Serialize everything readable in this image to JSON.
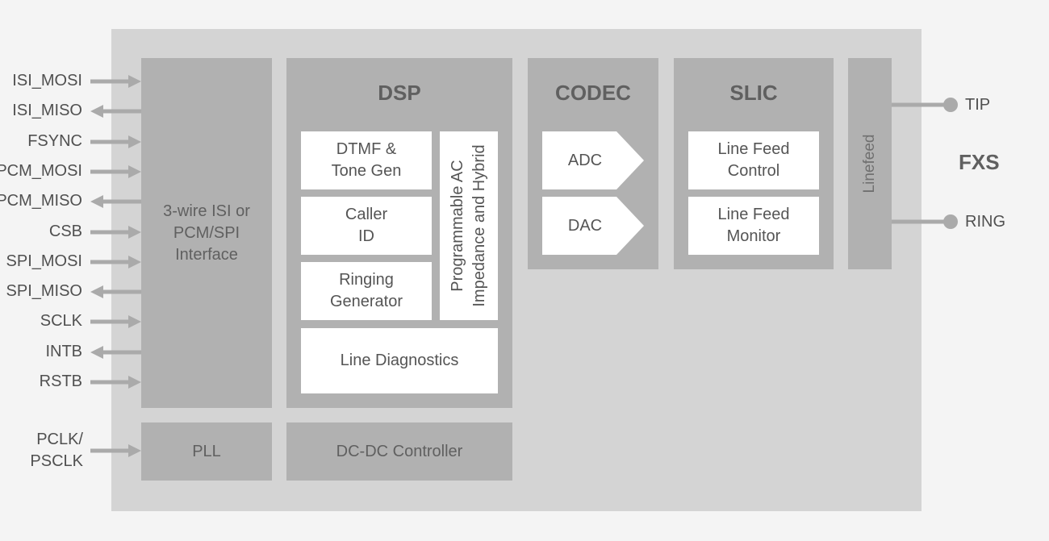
{
  "pins_left": [
    {
      "label": "ISI_MOSI",
      "dir": "in"
    },
    {
      "label": "ISI_MISO",
      "dir": "out"
    },
    {
      "label": "FSYNC",
      "dir": "in"
    },
    {
      "label": "PCM_MOSI",
      "dir": "in"
    },
    {
      "label": "PCM_MISO",
      "dir": "out"
    },
    {
      "label": "CSB",
      "dir": "in"
    },
    {
      "label": "SPI_MOSI",
      "dir": "in"
    },
    {
      "label": "SPI_MISO",
      "dir": "out"
    },
    {
      "label": "SCLK",
      "dir": "in"
    },
    {
      "label": "INTB",
      "dir": "out"
    },
    {
      "label": "RSTB",
      "dir": "in"
    }
  ],
  "pclk": {
    "label": "PCLK/\nPSCLK",
    "dir": "in"
  },
  "interface": {
    "label": "3-wire ISI or\nPCM/SPI\nInterface"
  },
  "pll": {
    "label": "PLL"
  },
  "dcdc": {
    "label": "DC-DC Controller"
  },
  "dsp": {
    "title": "DSP",
    "dtmf": "DTMF &\nTone Gen",
    "caller": "Caller\nID",
    "ringing": "Ringing\nGenerator",
    "programmable": "Programmable AC\nImpedance and Hybrid",
    "diagnostics": "Line Diagnostics"
  },
  "codec": {
    "title": "CODEC",
    "adc": "ADC",
    "dac": "DAC"
  },
  "slic": {
    "title": "SLIC",
    "control": "Line Feed\nControl",
    "monitor": "Line Feed\nMonitor"
  },
  "linefeed": {
    "label": "Linefeed"
  },
  "pins_right": {
    "tip": "TIP",
    "ring": "RING"
  },
  "fxs": {
    "label": "FXS"
  },
  "colors": {
    "block": "#b1b1b1",
    "chip": "#d4d4d4",
    "wire": "#aaaaaa",
    "bg": "#f4f4f4"
  }
}
